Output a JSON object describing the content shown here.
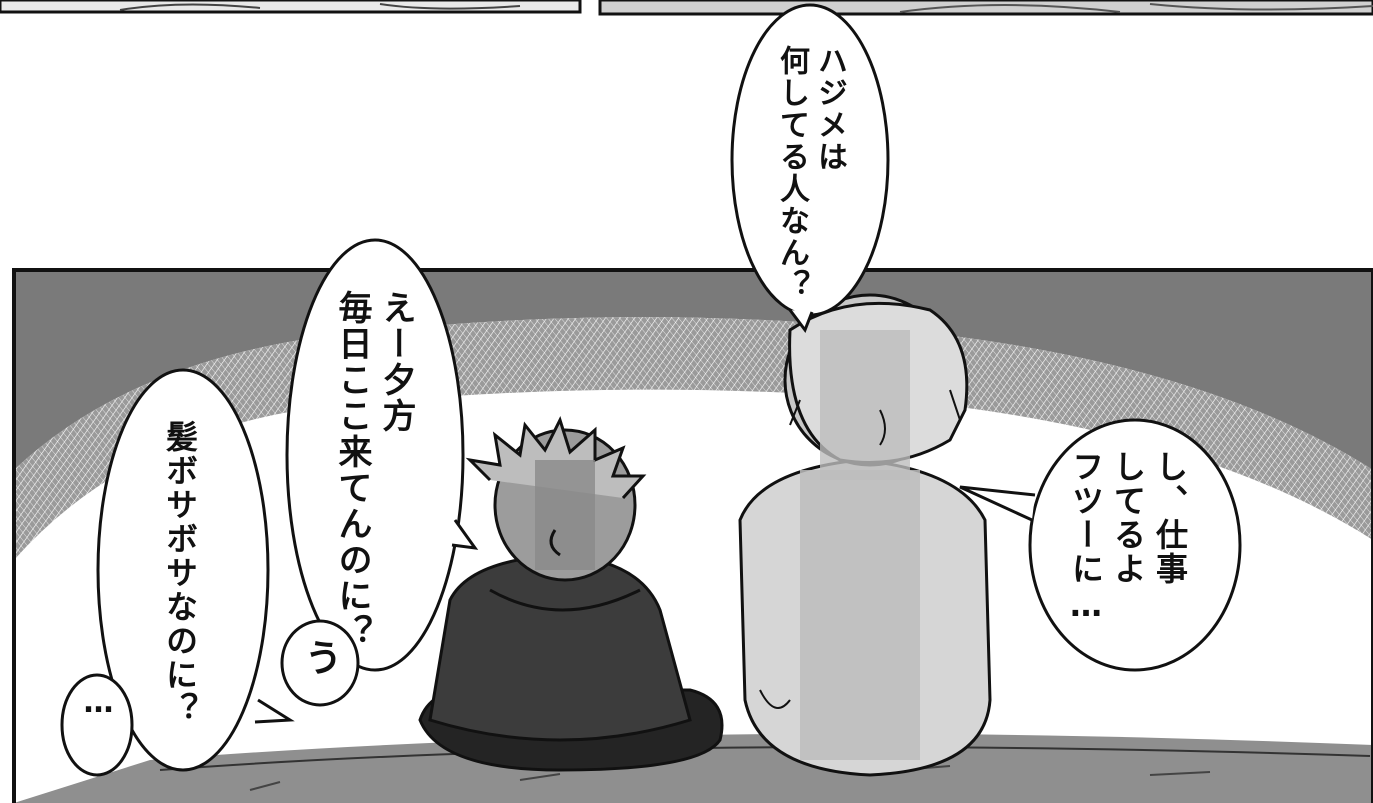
{
  "bubbles": {
    "hajime_question": "ハジメは\n何してる人なん？",
    "evening": "えー夕方\n毎日ここ来てんのに？",
    "hair": "髪ボサボサなのに？",
    "work": "し、仕事\nしてるよ\nフツーに…",
    "u": "う",
    "ellipsis": "…"
  },
  "colors": {
    "sky_dark": "#7a7a7a",
    "ink": "#111111",
    "hoodie": "#3c3c3c",
    "skin_light": "#bdbdbd",
    "coat": "#d6d6d6",
    "ground": "#8f8f8f"
  }
}
